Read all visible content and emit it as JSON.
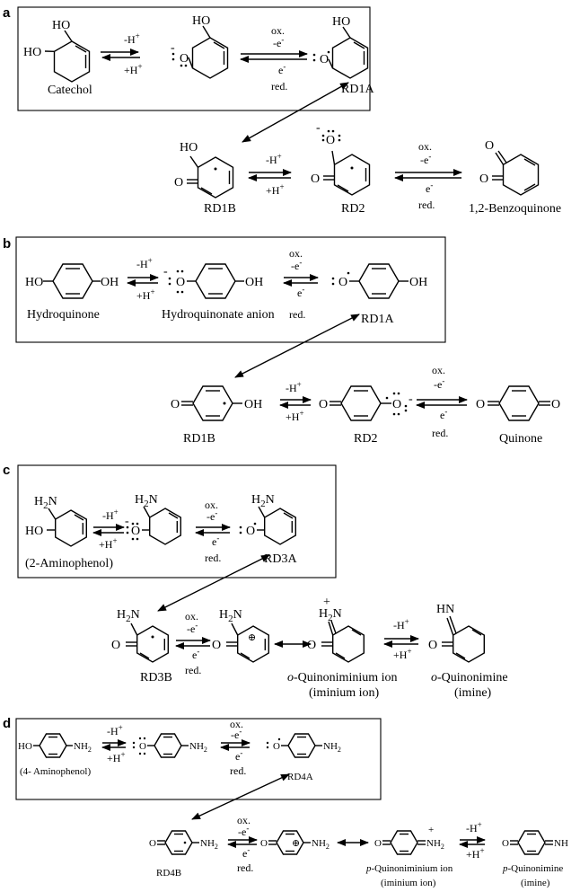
{
  "panels": {
    "a": {
      "letter": "a",
      "labels": {
        "catechol": "Catechol",
        "rd1a": "RD1A",
        "rd1b": "RD1B",
        "rd2": "RD2",
        "product": "1,2-Benzoquinone"
      },
      "arrows": {
        "m_h": "-H",
        "p_h": "+H",
        "ox": "ox.",
        "m_e": "-e",
        "e": "e",
        "red": "red."
      }
    },
    "b": {
      "letter": "b",
      "labels": {
        "hq": "Hydroquinone",
        "hq_anion": "Hydroquinonate anion",
        "rd1a": "RD1A",
        "rd1b": "RD1B",
        "rd2": "RD2",
        "product": "Quinone"
      },
      "arrows": {
        "m_h": "-H",
        "p_h": "+H",
        "ox": "ox.",
        "m_e": "-e",
        "e": "e",
        "red": "red."
      }
    },
    "c": {
      "letter": "c",
      "labels": {
        "ap": "(2-Aminophenol)",
        "rd3a": "RD3A",
        "rd3b": "RD3B",
        "iminium_a": "o",
        "iminium_b": "-Quinoniminium ion",
        "iminium_sub": "(iminium ion)",
        "imine_a": "o",
        "imine_b": "-Quinonimine",
        "imine_sub": "(imine)"
      },
      "arrows": {
        "m_h": "-H",
        "p_h": "+H",
        "ox": "ox.",
        "m_e": "-e",
        "e": "e",
        "red": "red."
      }
    },
    "d": {
      "letter": "d",
      "labels": {
        "ap": "(4- Aminophenol)",
        "rd4a": "RD4A",
        "rd4b": "RD4B",
        "iminium_a": "p",
        "iminium_b": "-Quinoniminium ion",
        "iminium_sub": "(iminium ion)",
        "imine_a": "p",
        "imine_b": "-Quinonimine",
        "imine_sub": "(imine)"
      },
      "arrows": {
        "m_h": "-H",
        "p_h": "+H",
        "ox": "ox.",
        "m_e": "-e",
        "e": "e",
        "red": "red."
      }
    }
  },
  "atoms": {
    "ho": "HO",
    "oh": "OH",
    "o": "O",
    "h2n": "H",
    "h2n_sub": "2",
    "h2n_n": "N",
    "nh": "NH",
    "hn": "HN",
    "minus": "-",
    "plus": "+",
    "oplus": "⊕"
  }
}
